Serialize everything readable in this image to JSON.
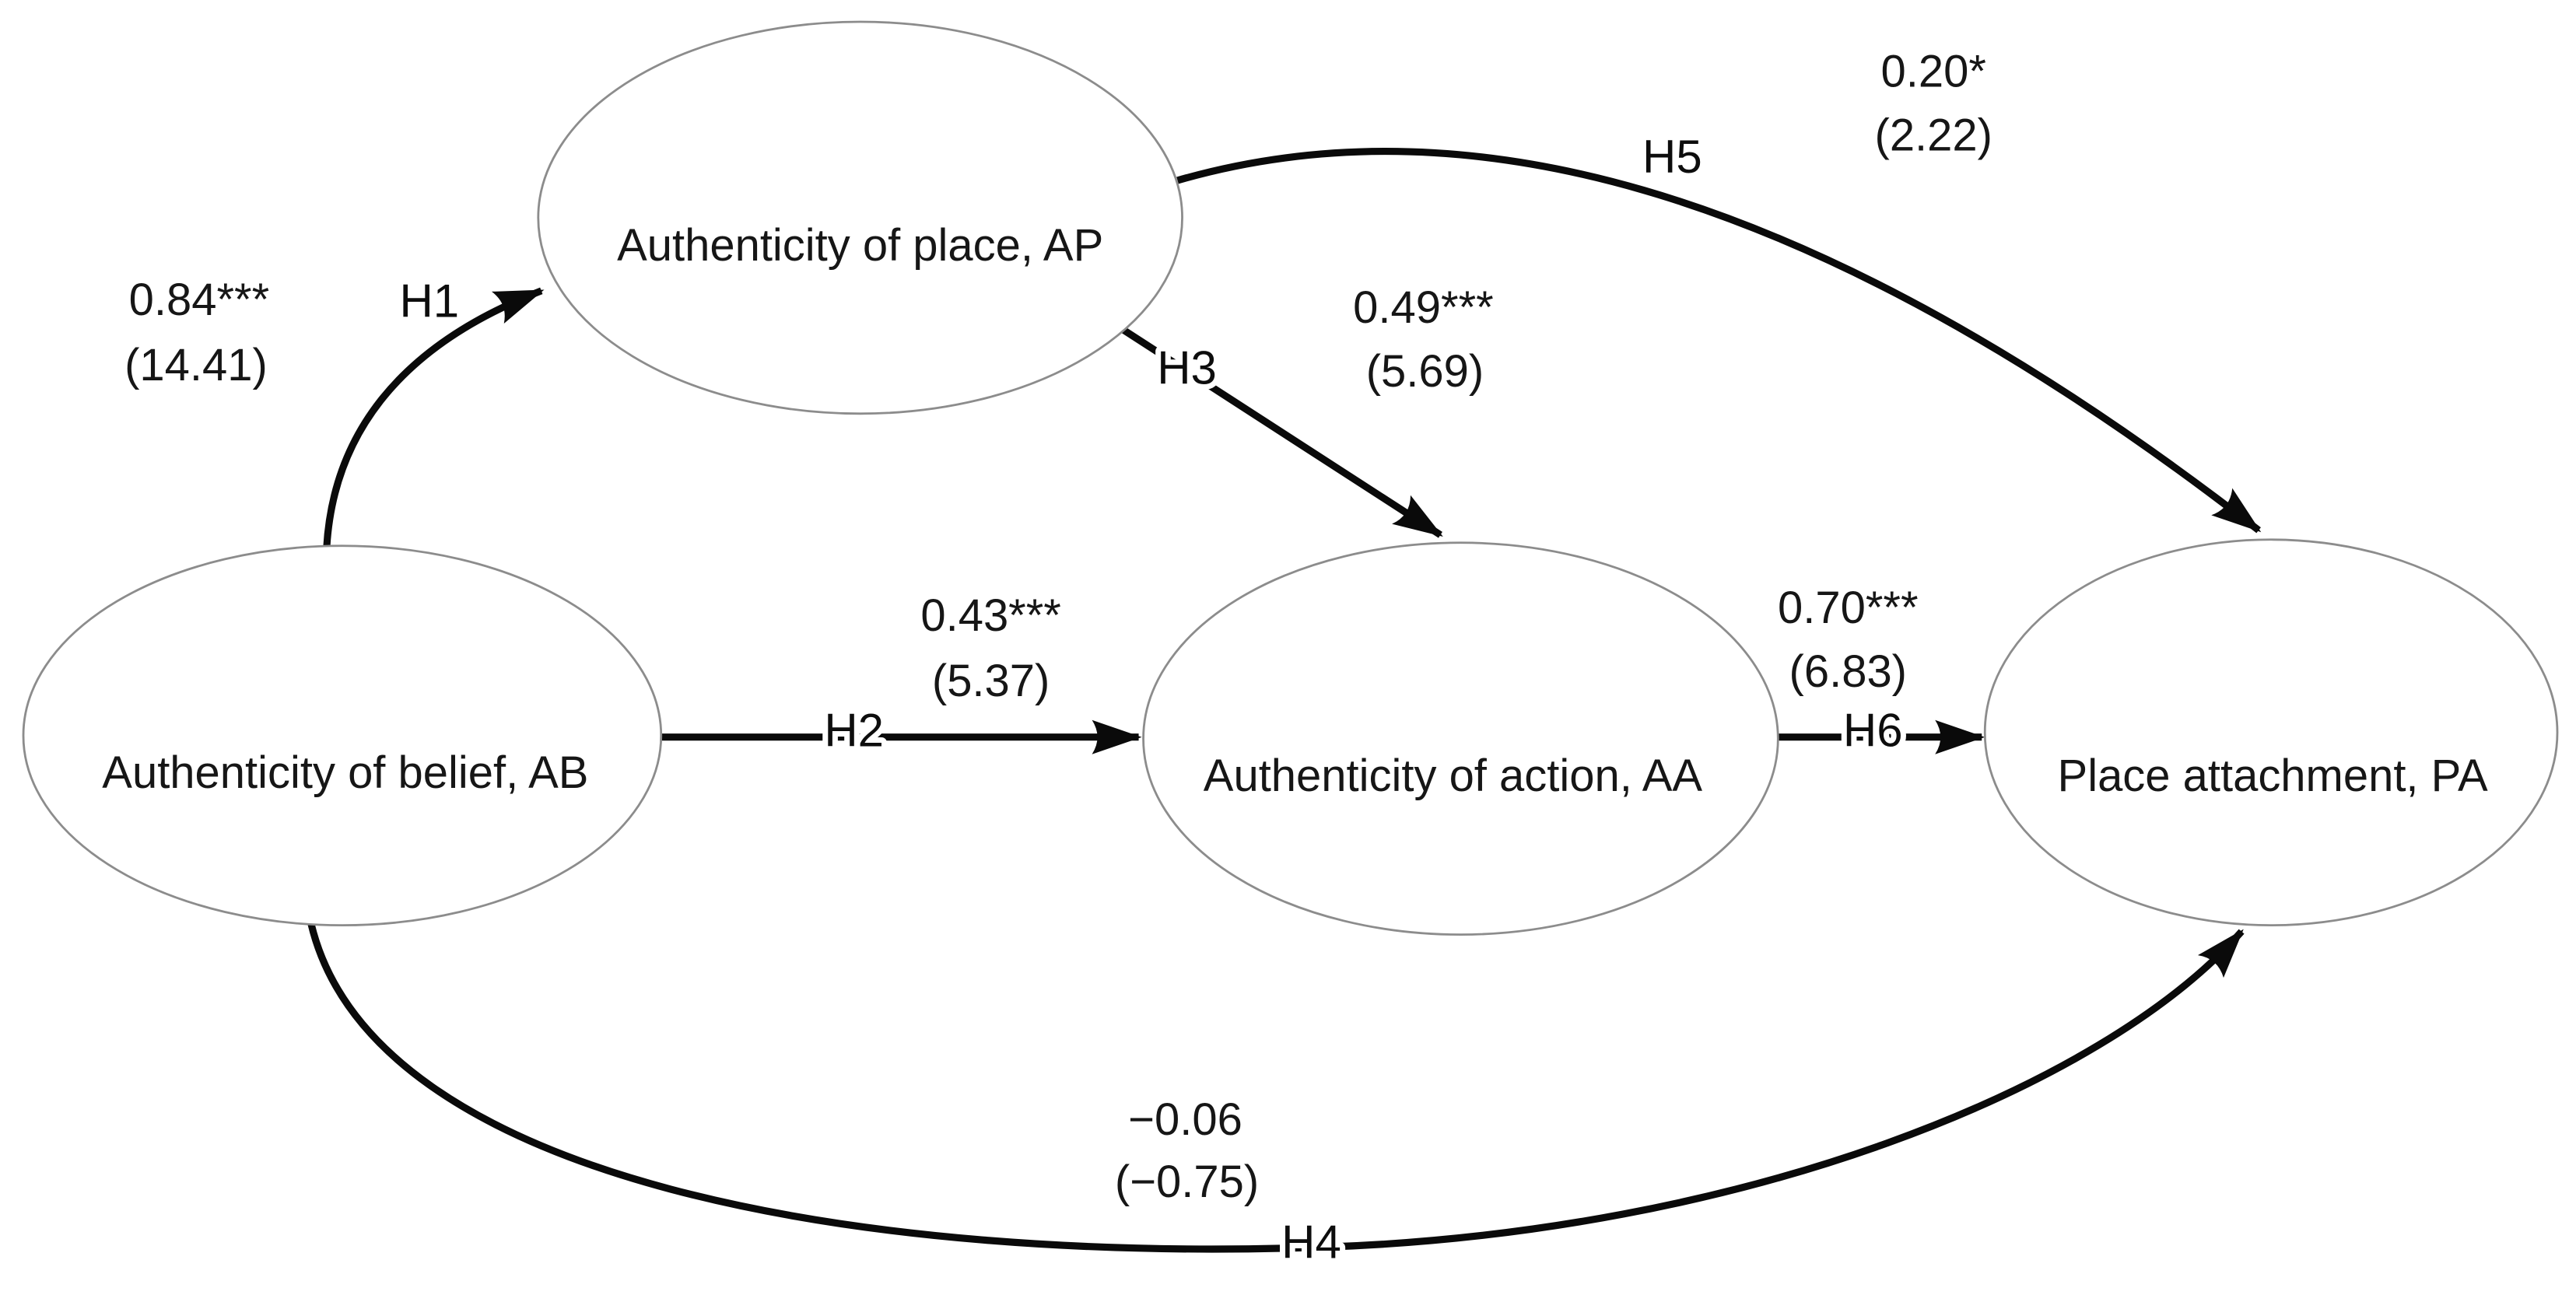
{
  "figure": {
    "type": "structural-equation-path-diagram",
    "background_color": "#ffffff",
    "arrow_color": "#0a0a0a",
    "ellipse_outline_color": "#8c8c8c",
    "text_color": "#161616"
  },
  "nodes": {
    "ap": {
      "label": "Authenticity of place, AP"
    },
    "ab": {
      "label": "Authenticity of belief, AB"
    },
    "aa": {
      "label": "Authenticity of action, AA"
    },
    "pa": {
      "label": "Place attachment, PA"
    }
  },
  "paths": {
    "h1": {
      "hypothesis": "H1",
      "coefficient": "0.84***",
      "t_value": "(14.41)",
      "from": "AB",
      "to": "AP"
    },
    "h2": {
      "hypothesis": "H2",
      "coefficient": "0.43***",
      "t_value": "(5.37)",
      "from": "AB",
      "to": "AA"
    },
    "h3": {
      "hypothesis": "H3",
      "coefficient": "0.49***",
      "t_value": "(5.69)",
      "from": "AP",
      "to": "AA"
    },
    "h4": {
      "hypothesis": "H4",
      "coefficient": "−0.06",
      "t_value": "(−0.75)",
      "from": "AB",
      "to": "PA"
    },
    "h5": {
      "hypothesis": "H5",
      "coefficient": "0.20*",
      "t_value": "(2.22)",
      "from": "AP",
      "to": "PA"
    },
    "h6": {
      "hypothesis": "H6",
      "coefficient": "0.70***",
      "t_value": "(6.83)",
      "from": "AA",
      "to": "PA"
    }
  }
}
